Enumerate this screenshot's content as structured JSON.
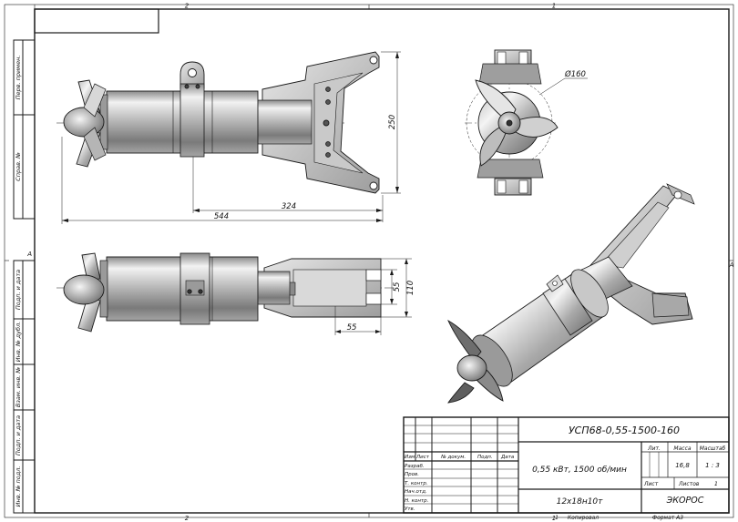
{
  "sheet": {
    "zone_top_left": "2",
    "zone_top_right": "1",
    "zone_bottom_left": "2",
    "zone_bottom_right": "1",
    "zone_side_left": "А",
    "zone_side_right": "А",
    "side_labels": [
      "Перв. примен.",
      "Справ. №",
      "Подп. и дата",
      "Инв. № дубл.",
      "Взам. инв. №",
      "Подп. и дата",
      "Инв. № подл."
    ]
  },
  "dimensions": {
    "height_250": "250",
    "length_324": "324",
    "length_544": "544",
    "diameter": "Ø160",
    "width_55": "55",
    "width_110": "110",
    "length_55": "55"
  },
  "title_block": {
    "designation": "УСП68-0,55-1500-160",
    "description": "0,55 кВт, 1500 об/мин",
    "material": "12х18н10т",
    "company": "ЭКОРОС",
    "head_izm": "Изм.",
    "head_list": "Лист",
    "head_doc": "№ докум.",
    "head_sign": "Подп.",
    "head_date": "Дата",
    "roles": [
      "Разраб.",
      "Пров.",
      "Т. контр.",
      "Нач.отд.",
      "Н. контр.",
      "Утв."
    ],
    "lit_label": "Лит.",
    "mass_label": "Масса",
    "scale_label": "Масштаб",
    "mass_value": "16,8",
    "scale_value": "1 : 3",
    "sheet_label": "Лист",
    "sheets_label": "Листов",
    "sheets_value": "1"
  },
  "footer": {
    "copied": "Копировал",
    "format": "Формат А3",
    "sheet_num": "1"
  },
  "colors": {
    "line": "#1a1a1a",
    "metal_dark": "#6d6d6d",
    "metal_light": "#ededed"
  }
}
